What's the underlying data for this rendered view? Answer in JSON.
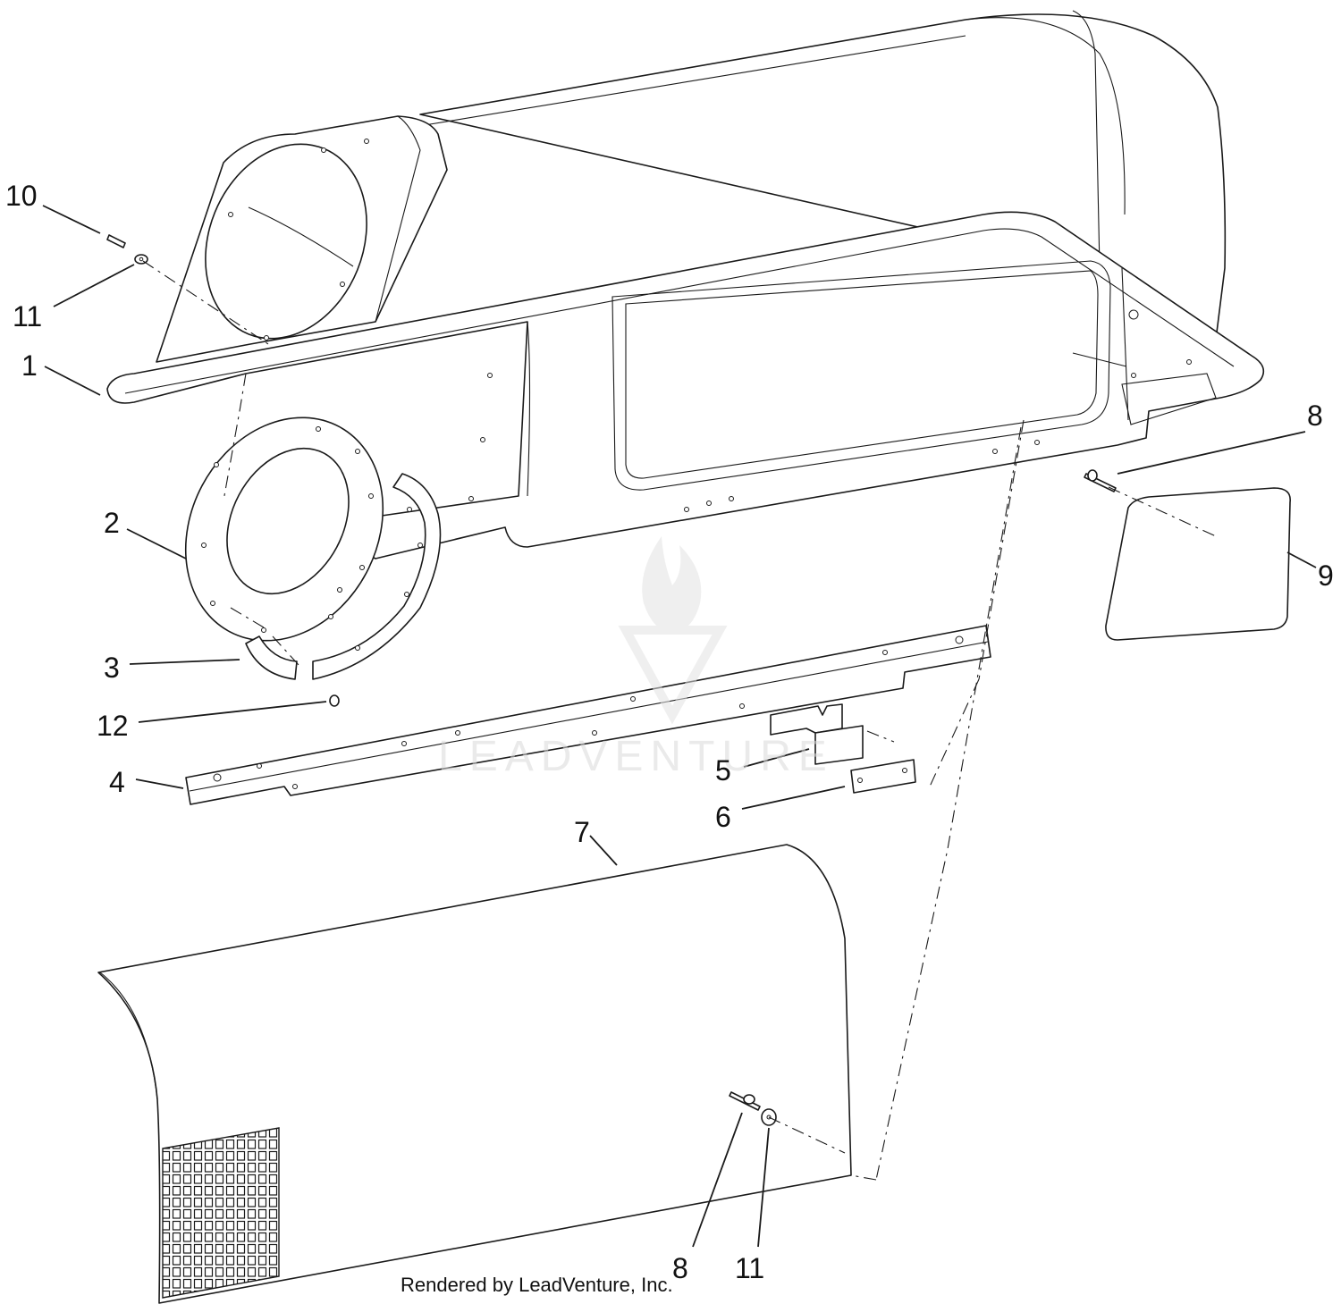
{
  "callouts": [
    {
      "id": "c1",
      "label": "1"
    },
    {
      "id": "c2",
      "label": "2"
    },
    {
      "id": "c3",
      "label": "3"
    },
    {
      "id": "c4",
      "label": "4"
    },
    {
      "id": "c5",
      "label": "5"
    },
    {
      "id": "c6",
      "label": "6"
    },
    {
      "id": "c7",
      "label": "7"
    },
    {
      "id": "c8a",
      "label": "8"
    },
    {
      "id": "c8b",
      "label": "8"
    },
    {
      "id": "c9",
      "label": "9"
    },
    {
      "id": "c10",
      "label": "10"
    },
    {
      "id": "c11a",
      "label": "11"
    },
    {
      "id": "c11b",
      "label": "11"
    },
    {
      "id": "c12",
      "label": "12"
    }
  ],
  "watermark": {
    "text": "LEADVENTURE"
  },
  "credit": "Rendered by LeadVenture, Inc."
}
